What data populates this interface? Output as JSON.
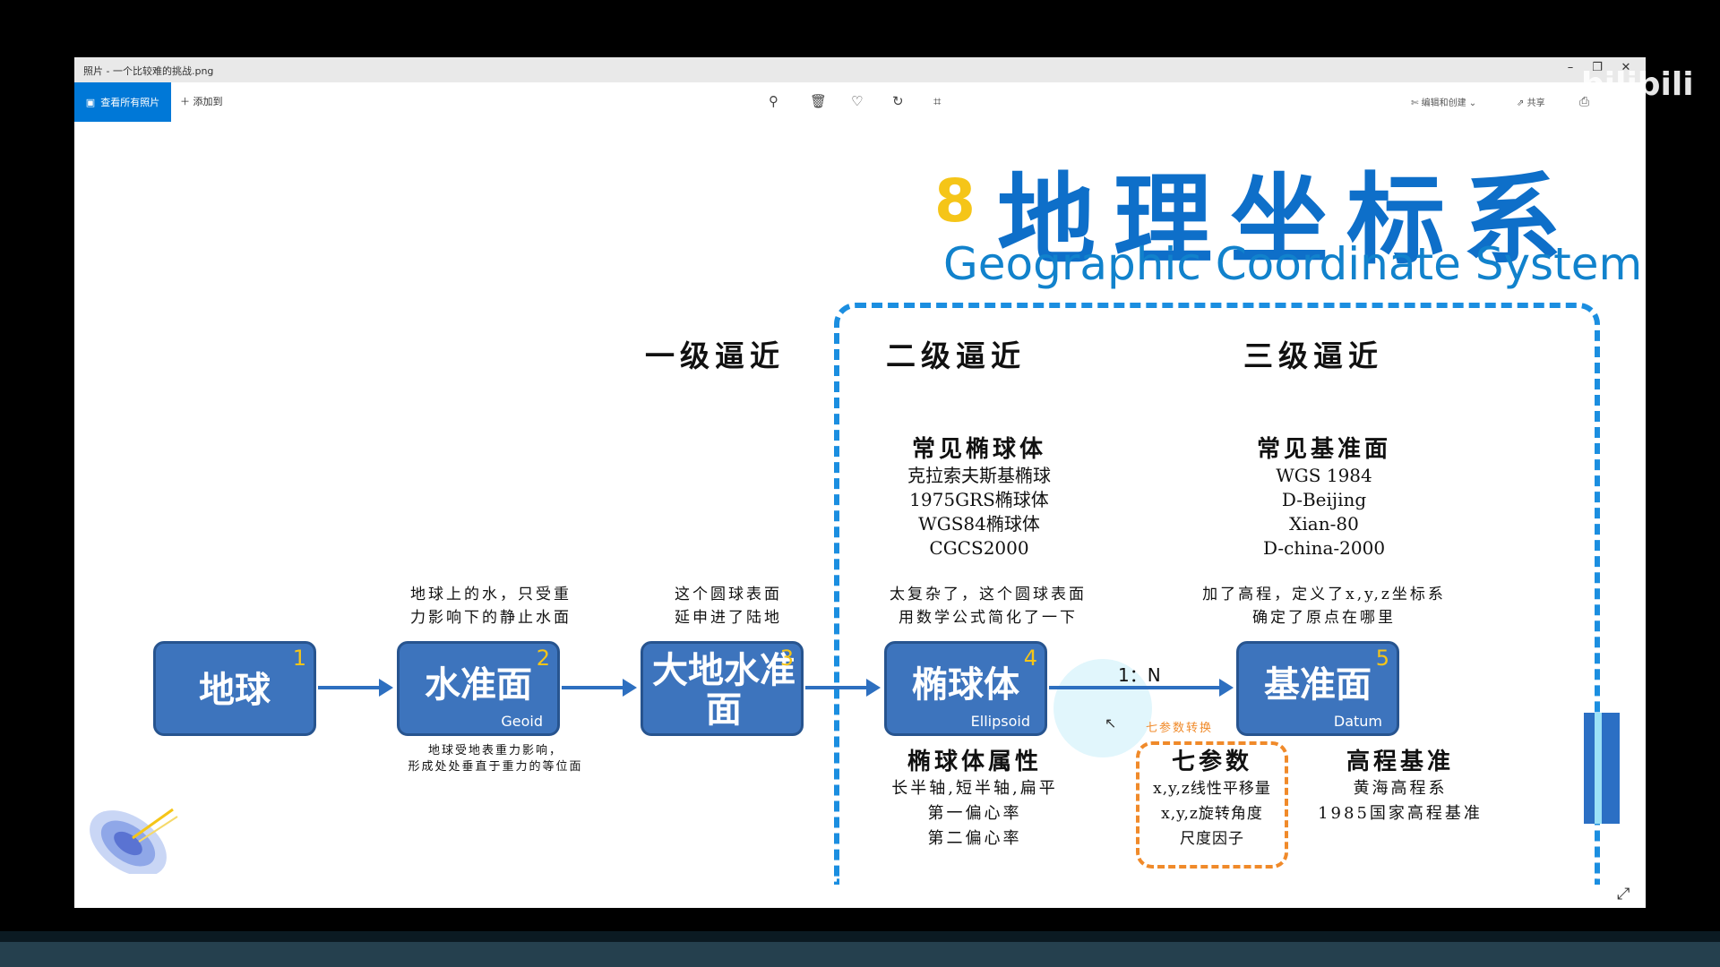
{
  "window": {
    "title": "照片 - 一个比较难的挑战.png",
    "controls": [
      "–",
      "❐",
      "✕"
    ]
  },
  "toolbar": {
    "view_all": "查看所有照片",
    "add_to": "添加到",
    "edit_create": "编辑和创建",
    "share": "共享"
  },
  "slide": {
    "number": "8",
    "title_cn": "地理坐标系",
    "title_en": "Geographic Coordinate System",
    "levels": [
      "一级逼近",
      "二级逼近",
      "三级逼近"
    ],
    "ellipsoids_header": "常见椭球体",
    "ellipsoids": [
      "克拉索夫斯基椭球",
      "1975GRS椭球体",
      "WGS84椭球体",
      "CGCS2000"
    ],
    "datums_header": "常见基准面",
    "datums": [
      "WGS 1984",
      "D-Beijing",
      "Xian-80",
      "D-china-2000"
    ],
    "desc_geoid_1": "地球上的水，只受重",
    "desc_geoid_2": "力影响下的静止水面",
    "desc_earth_1": "这个圆球表面",
    "desc_earth_2": "延申进了陆地",
    "desc_ellipsoid_1": "太复杂了，这个圆球表面",
    "desc_ellipsoid_2": "用数学公式简化了一下",
    "desc_datum_1": "加了高程，定义了x,y,z坐标系",
    "desc_datum_2": "确定了原点在哪里",
    "geoid_note_1": "地球受地表重力影响，",
    "geoid_note_2": "形成处处垂直于重力的等位面",
    "boxes": [
      {
        "label": "地球",
        "num": "1",
        "en": ""
      },
      {
        "label": "水准面",
        "num": "2",
        "en": "Geoid"
      },
      {
        "label": "大地水准面",
        "num": "3",
        "en": ""
      },
      {
        "label": "椭球体",
        "num": "4",
        "en": "Ellipsoid"
      },
      {
        "label": "基准面",
        "num": "5",
        "en": "Datum"
      }
    ],
    "ratio": "1：N",
    "seven_param_label": "七参数转换",
    "ellipsoid_props_header": "椭球体属性",
    "ellipsoid_props": [
      "长半轴,短半轴,扁平",
      "第一偏心率",
      "第二偏心率"
    ],
    "seven_params_header": "七参数",
    "seven_params": [
      "x,y,z线性平移量",
      "x,y,z旋转角度",
      "尺度因子"
    ],
    "height_header": "高程基准",
    "heights": [
      "黄海高程系",
      "1985国家高程基准"
    ]
  },
  "watermark": "bilibili"
}
